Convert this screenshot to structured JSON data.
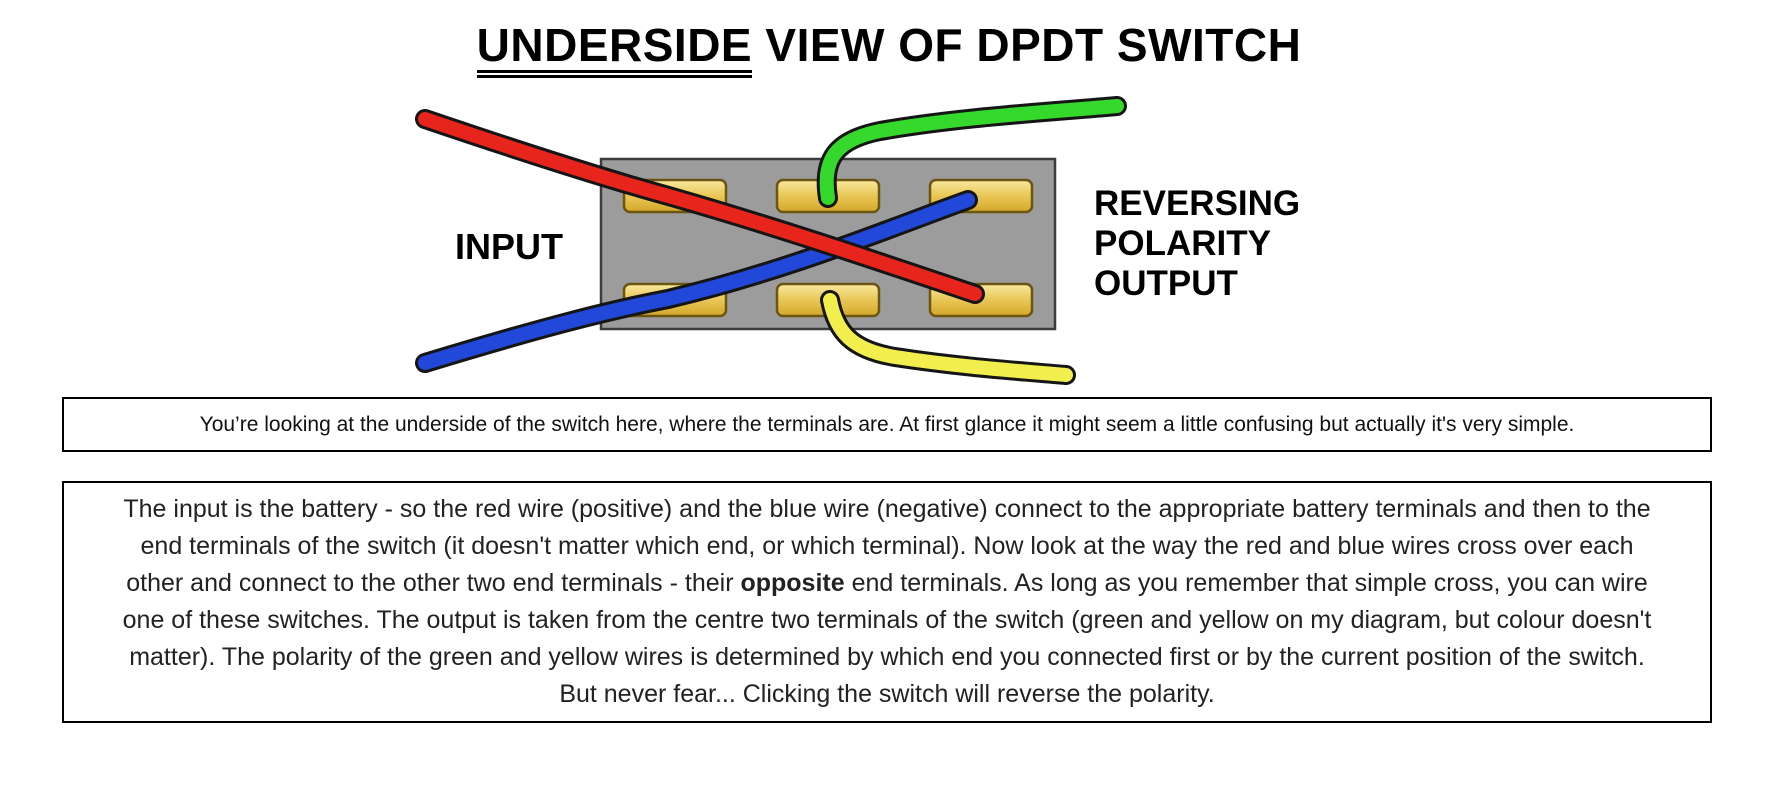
{
  "title": {
    "underlined": "UNDERSIDE",
    "rest": " VIEW OF DPDT SWITCH"
  },
  "diagram": {
    "input_label": "INPUT",
    "output_label_lines": [
      "REVERSING",
      "POLARITY",
      "OUTPUT"
    ],
    "wire_colors": {
      "red": "#e8251d",
      "blue": "#2148d8",
      "green": "#35d92c",
      "yellow": "#f2ee4e"
    },
    "switch_body_color": "#9c9c9c",
    "terminal_color": "#e9c656"
  },
  "note": {
    "text": "You’re looking at the underside of the switch here, where the terminals are. At first glance it might seem a little confusing but actually it's very simple."
  },
  "explanation": {
    "before_bold": "The input is the battery - so the red wire (positive) and the blue wire (negative) connect to the appropriate battery terminals and then to the end terminals of the switch (it doesn't matter which end, or which terminal). Now look at the way the red and blue wires cross over each other and connect to the other two end terminals - their ",
    "bold_word": "opposite",
    "after_bold": " end terminals. As long as you remember that simple cross, you can wire one of these switches. The output is taken from the centre two terminals of the switch (green and yellow on my diagram, but colour doesn't matter). The polarity of the green and yellow wires is determined by which end you connected first or by the current position of the switch. But never fear... Clicking the switch will reverse the polarity."
  }
}
